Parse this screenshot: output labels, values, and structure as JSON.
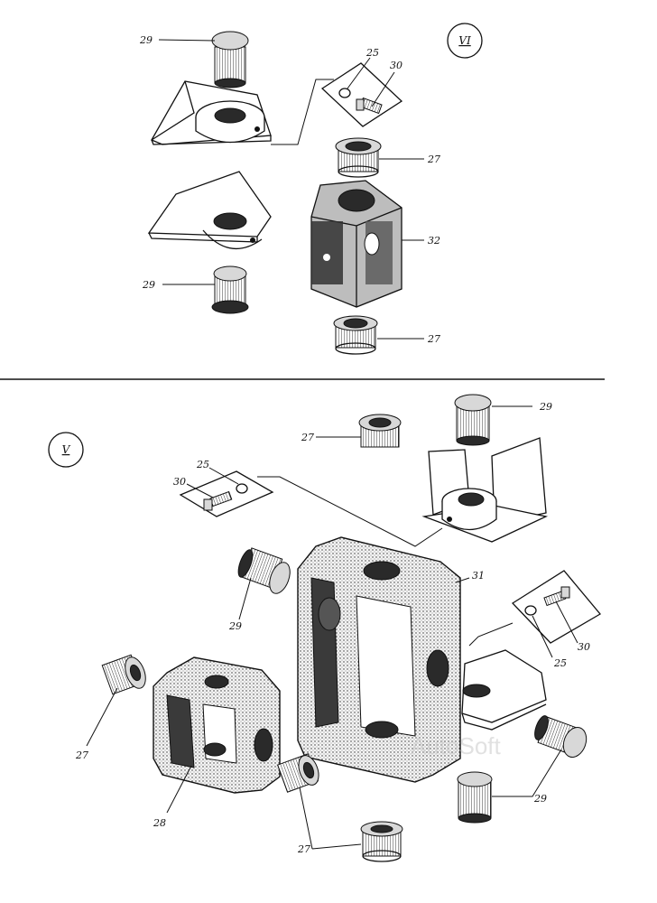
{
  "sections": {
    "top_roman": "VI",
    "bottom_roman": "V"
  },
  "labels": {
    "top": {
      "l29a": "29",
      "l25": "25",
      "l30": "30",
      "l27a": "27",
      "l32": "32",
      "l29b": "29",
      "l27b": "27"
    },
    "bottom": {
      "l29a": "29",
      "l27a": "27",
      "l25a": "25",
      "l30a": "30",
      "l31": "31",
      "l29b": "29",
      "l25b": "25",
      "l30b": "30",
      "l27b": "27",
      "l28": "28",
      "l29c": "29",
      "l27c": "27"
    }
  },
  "watermark": "AutoSoft"
}
